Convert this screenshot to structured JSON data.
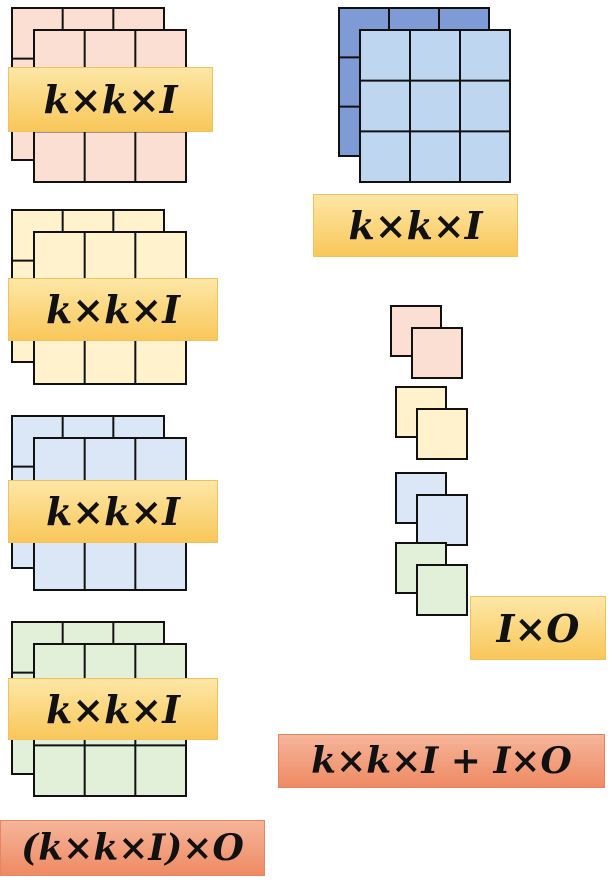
{
  "colors": {
    "peach": "#fbdfd2",
    "cream": "#fff2cc",
    "light_blue": "#dbe7f6",
    "light_green": "#e2efd9",
    "blue_back": "#7e9bd6",
    "blue_front": "#bfd6f0",
    "stroke": "#111111",
    "label_gold": "#f9c75a",
    "label_salmon": "#ee8a63"
  },
  "standard_conv": {
    "filters": [
      {
        "color_key": "peach",
        "label": "k×k×I"
      },
      {
        "color_key": "cream",
        "label": "k×k×I"
      },
      {
        "color_key": "light_blue",
        "label": "k×k×I"
      },
      {
        "color_key": "light_green",
        "label": "k×k×I"
      }
    ],
    "total_label": "(k×k×I)×O"
  },
  "separable_conv": {
    "depthwise_label": "k×k×I",
    "pointwise_colors": [
      "peach",
      "cream",
      "light_blue",
      "light_green"
    ],
    "pointwise_label": "I×O",
    "total_label": "k×k×I + I×O"
  }
}
